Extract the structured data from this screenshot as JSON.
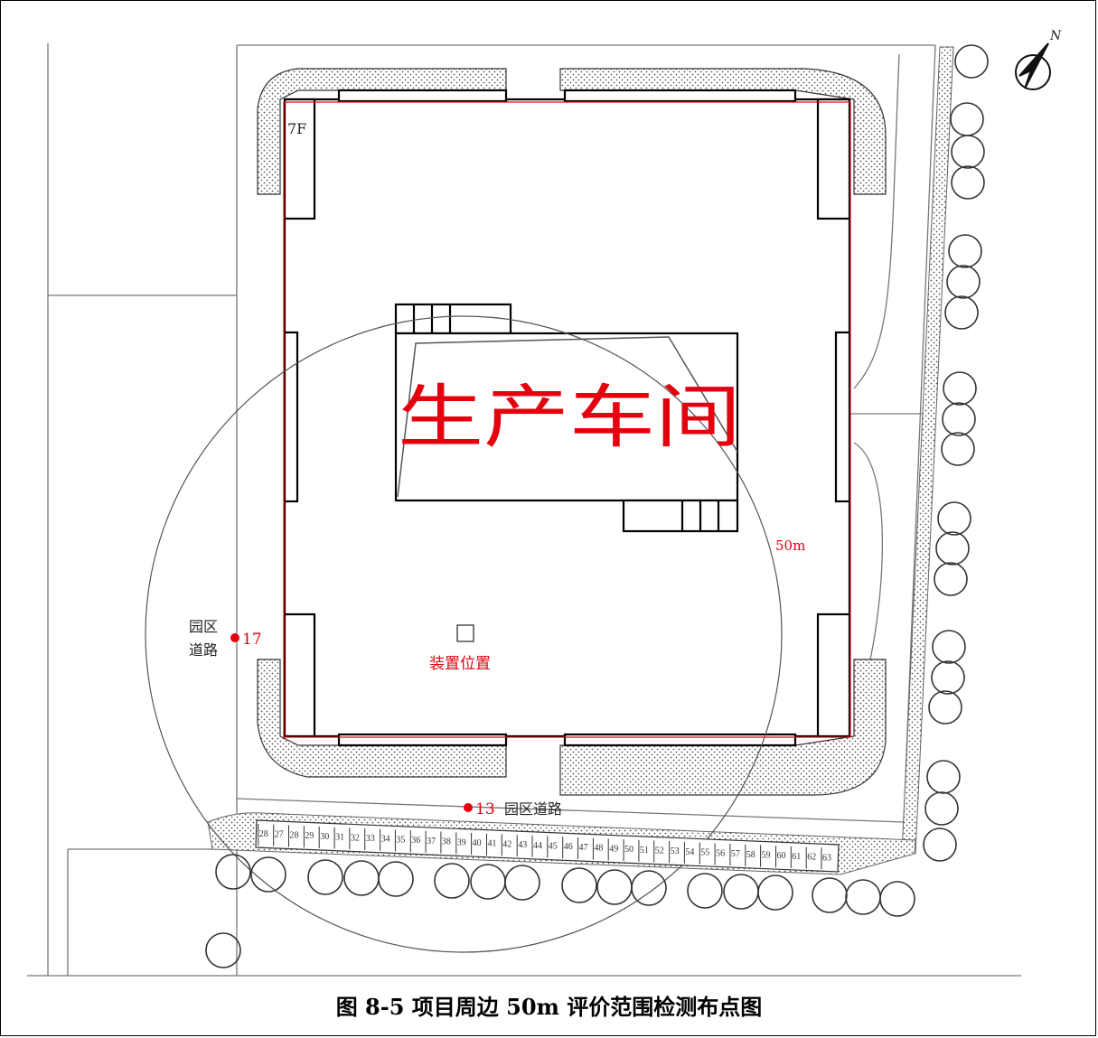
{
  "caption": "图 8-5  项目周边 50m 评价范围检测布点图",
  "building": {
    "name": "生产车间",
    "floors": "7F"
  },
  "device": {
    "label": "装置位置"
  },
  "radius_label": "50m",
  "north_label": "N",
  "points": [
    {
      "id": "17",
      "road": [
        "园区",
        "道路"
      ]
    },
    {
      "id": "13",
      "road": [
        "园区道路"
      ]
    }
  ],
  "parking_numbers": [
    "28",
    "27",
    "28",
    "29",
    "30",
    "31",
    "32",
    "33",
    "34",
    "35",
    "36",
    "37",
    "38",
    "39",
    "40",
    "41",
    "42",
    "43",
    "44",
    "45",
    "46",
    "47",
    "48",
    "49",
    "50",
    "51",
    "52",
    "53",
    "54",
    "55",
    "56",
    "57",
    "58",
    "59",
    "60",
    "61",
    "62",
    "63"
  ],
  "colors": {
    "marker": "#e4000f",
    "lines": "#444444"
  }
}
